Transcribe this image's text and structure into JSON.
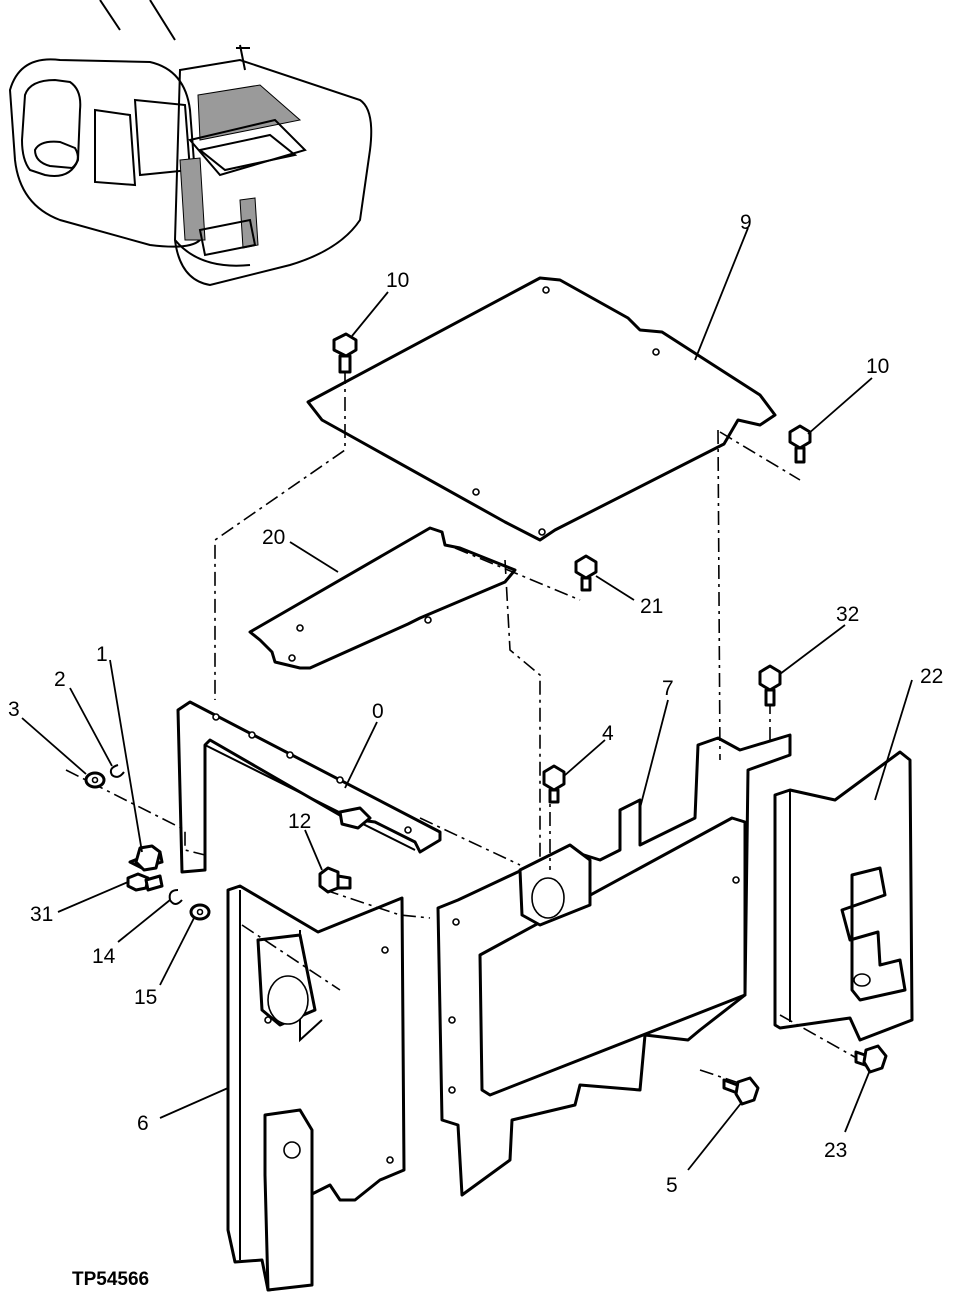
{
  "figure_id": "TP54566",
  "callouts": {
    "c0": "0",
    "c1": "1",
    "c2": "2",
    "c3": "3",
    "c4": "4",
    "c5": "5",
    "c6": "6",
    "c7": "7",
    "c9": "9",
    "c10a": "10",
    "c10b": "10",
    "c12": "12",
    "c14": "14",
    "c15": "15",
    "c20": "20",
    "c21": "21",
    "c22": "22",
    "c23": "23",
    "c31": "31",
    "c32": "32"
  }
}
